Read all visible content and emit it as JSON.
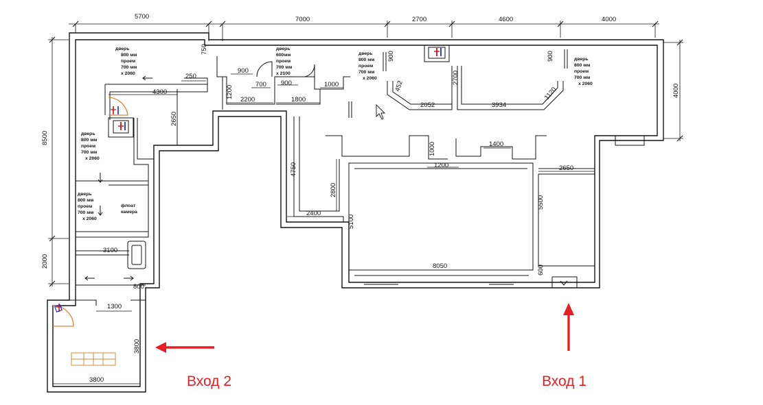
{
  "dimensions": {
    "top": [
      "5700",
      "7000",
      "2700",
      "4600",
      "4000"
    ],
    "left": [
      "8500",
      "2000"
    ],
    "right": [
      "4000"
    ],
    "inner": {
      "d4300": "4300",
      "d250": "250",
      "d750": "750",
      "d900a": "900",
      "d700": "700",
      "d900b": "900",
      "d1000": "1000",
      "d1200": "1200",
      "d2200": "2200",
      "d1800": "1800",
      "d2650a": "2650",
      "d900c": "900",
      "d452": "452",
      "d2700": "2700",
      "d900d": "900",
      "d2052": "2052",
      "d3934": "3934",
      "d1120": "1120",
      "d4750": "4750",
      "d2800": "2800",
      "d2400": "2400",
      "d5100": "5100",
      "d1000b": "1000",
      "d1200b": "1200",
      "d1400": "1400",
      "d2650b": "2650",
      "d5500": "5500",
      "d8050": "8050",
      "d600": "600",
      "d3100": "3100",
      "d800": "800",
      "d1300": "1300",
      "d3800v": "3800",
      "d3800h": "3800"
    }
  },
  "notes": {
    "door1": [
      "дверь",
      "800 мм",
      "проем",
      "700 мм",
      "x 2060"
    ],
    "door2": [
      "дверь",
      "600мм",
      "проем",
      "700 мм",
      "x 2100"
    ],
    "door3": [
      "дверь",
      "800 мм",
      "проем",
      "700 мм",
      "x 2060"
    ],
    "door4": [
      "дверь",
      "800 мм",
      "проем",
      "700 мм",
      "x 2060"
    ],
    "door5": [
      "дверь",
      "800 мм",
      "проем",
      "700 мм",
      "x 2060"
    ],
    "door6": [
      "дверь",
      "800 мм",
      "проем",
      "700 мм",
      "x 2060"
    ],
    "float": [
      "флоат",
      "камера"
    ]
  },
  "entrances": {
    "entry1": "Вход 1",
    "entry2": "Вход 2"
  },
  "colors": {
    "arrow": "#e31e24",
    "wall": "#111111",
    "fixture": "#d4883a",
    "pipe_red": "#d01010",
    "pipe_blue": "#1a2fd0"
  }
}
